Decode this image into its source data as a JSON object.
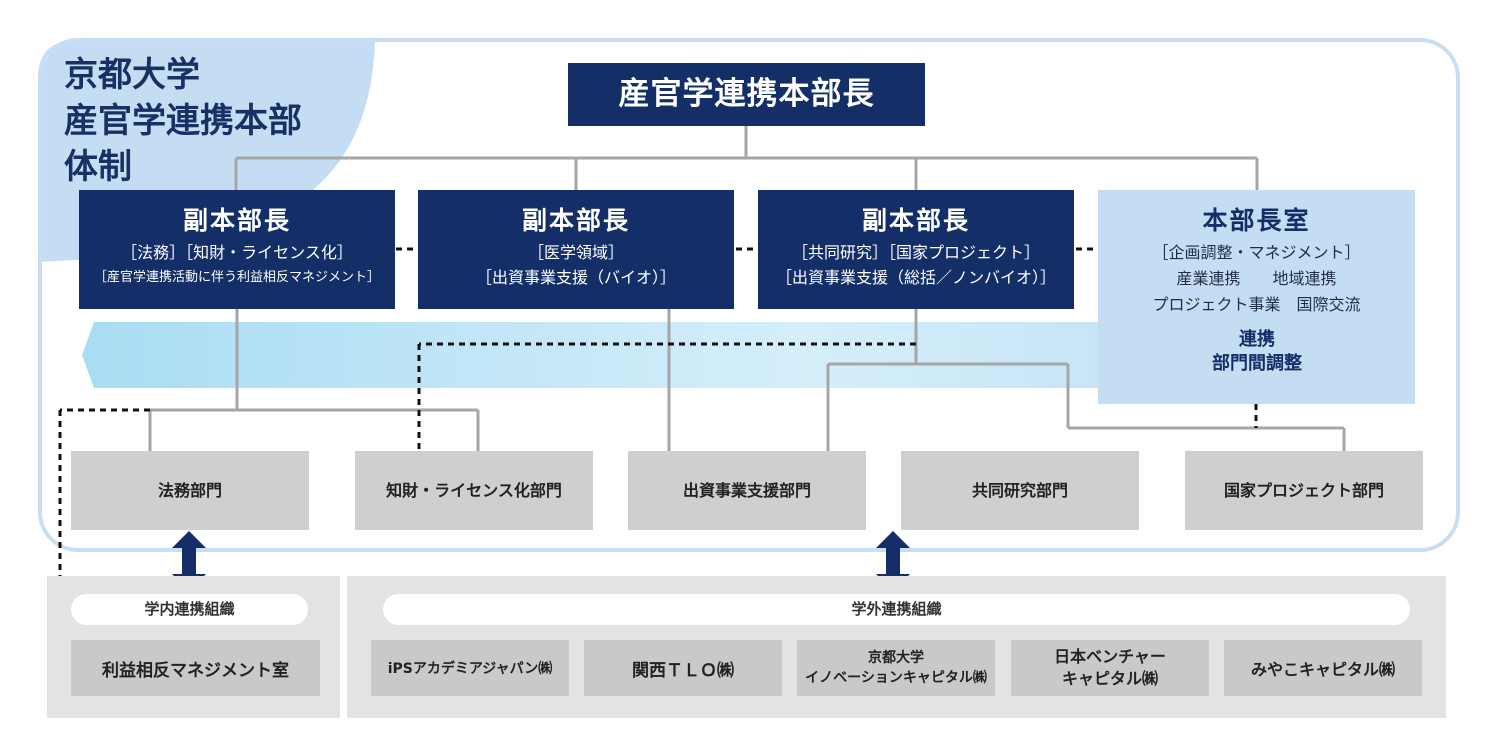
{
  "title": {
    "line1": "京都大学",
    "line2": "産官学連携本部",
    "line3": "体制"
  },
  "head": {
    "label": "産官学連携本部長"
  },
  "deputies": [
    {
      "heading": "副本部長",
      "line1": "［法務］［知財・ライセンス化］",
      "line2": "［産官学連携活動に伴う利益相反マネジメント］"
    },
    {
      "heading": "副本部長",
      "line1": "［医学領域］",
      "line2": "［出資事業支援（バイオ）］"
    },
    {
      "heading": "副本部長",
      "line1": "［共同研究］［国家プロジェクト］",
      "line2": "［出資事業支援（総括／ノンバイオ）］"
    }
  ],
  "office": {
    "heading": "本部長室",
    "line1": "［企画調整・マネジメント］",
    "line2": "産業連携　　地域連携",
    "line3": "プロジェクト事業　国際交流"
  },
  "coordination": {
    "line1": "連携",
    "line2": "部門間調整"
  },
  "divisions": [
    "法務部門",
    "知財・ライセンス化部門",
    "出資事業支援部門",
    "共同研究部門",
    "国家プロジェクト部門"
  ],
  "internal": {
    "label": "学内連携組織",
    "orgs": [
      "利益相反マネジメント室"
    ]
  },
  "external": {
    "label": "学外連携組織",
    "orgs": [
      {
        "line1": "iPSアカデミアジャパン㈱"
      },
      {
        "line1": "関西ＴＬＯ㈱"
      },
      {
        "line1": "京都大学",
        "line2": "イノベーションキャピタル㈱"
      },
      {
        "line1": "日本ベンチャー",
        "line2": "キャピタル㈱"
      },
      {
        "line1": "みやこキャピタル㈱"
      }
    ]
  },
  "colors": {
    "navy": "#142f68",
    "light_blue": "#c4ddf3",
    "gray_box": "#cfcfcf",
    "panel": "#e3e3e5",
    "line": "#a6a6a6"
  }
}
